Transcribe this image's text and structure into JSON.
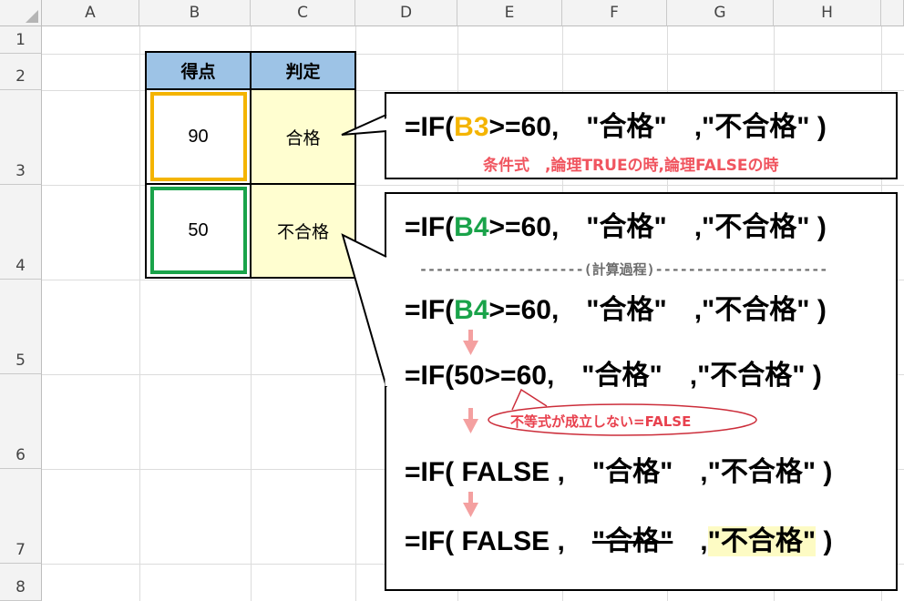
{
  "sheet": {
    "columns": [
      "A",
      "B",
      "C",
      "D",
      "E",
      "F",
      "G",
      "H"
    ],
    "rows": [
      "1",
      "2",
      "3",
      "4",
      "5",
      "6",
      "7",
      "8"
    ]
  },
  "table": {
    "header": {
      "b": "得点",
      "c": "判定"
    },
    "row3": {
      "score": "90",
      "result": "合格"
    },
    "row4": {
      "score": "50",
      "result": "不合格"
    }
  },
  "callout1": {
    "formula_prefix": "=IF(",
    "ref": "B3",
    "formula_rest": ">=60,　\"合格\"　,\"不合格\" )",
    "labels": "条件式　,論理TRUEの時,論理FALSEの時"
  },
  "callout2": {
    "line1_prefix": "=IF(",
    "line1_ref": "B4",
    "line1_rest": ">=60,　\"合格\"　,\"不合格\" )",
    "separator": "--------------------(計算過程)---------------------",
    "line2_prefix": "=IF(",
    "line2_ref": "B4",
    "line2_rest": ">=60,　\"合格\"　,\"不合格\" )",
    "line3": "=IF(50>=60,　\"合格\"　,\"不合格\" )",
    "bubble": "不等式が成立しない=FALSE",
    "line4": "=IF( FALSE ,　\"合格\"　,\"不合格\" )",
    "line5_prefix": "=IF( FALSE ,　",
    "line5_struck": "\"合格\"",
    "line5_comma": "　,",
    "line5_result": "\"不合格\"",
    "line5_close": " )"
  },
  "colors": {
    "header_bg": "#9dc3e6",
    "cell_yellow": "#fffed0",
    "gold_ref": "#f4b400",
    "green_ref": "#1aa34a",
    "note_red": "#f0555f",
    "arrow_pink": "#f4a0a0"
  }
}
